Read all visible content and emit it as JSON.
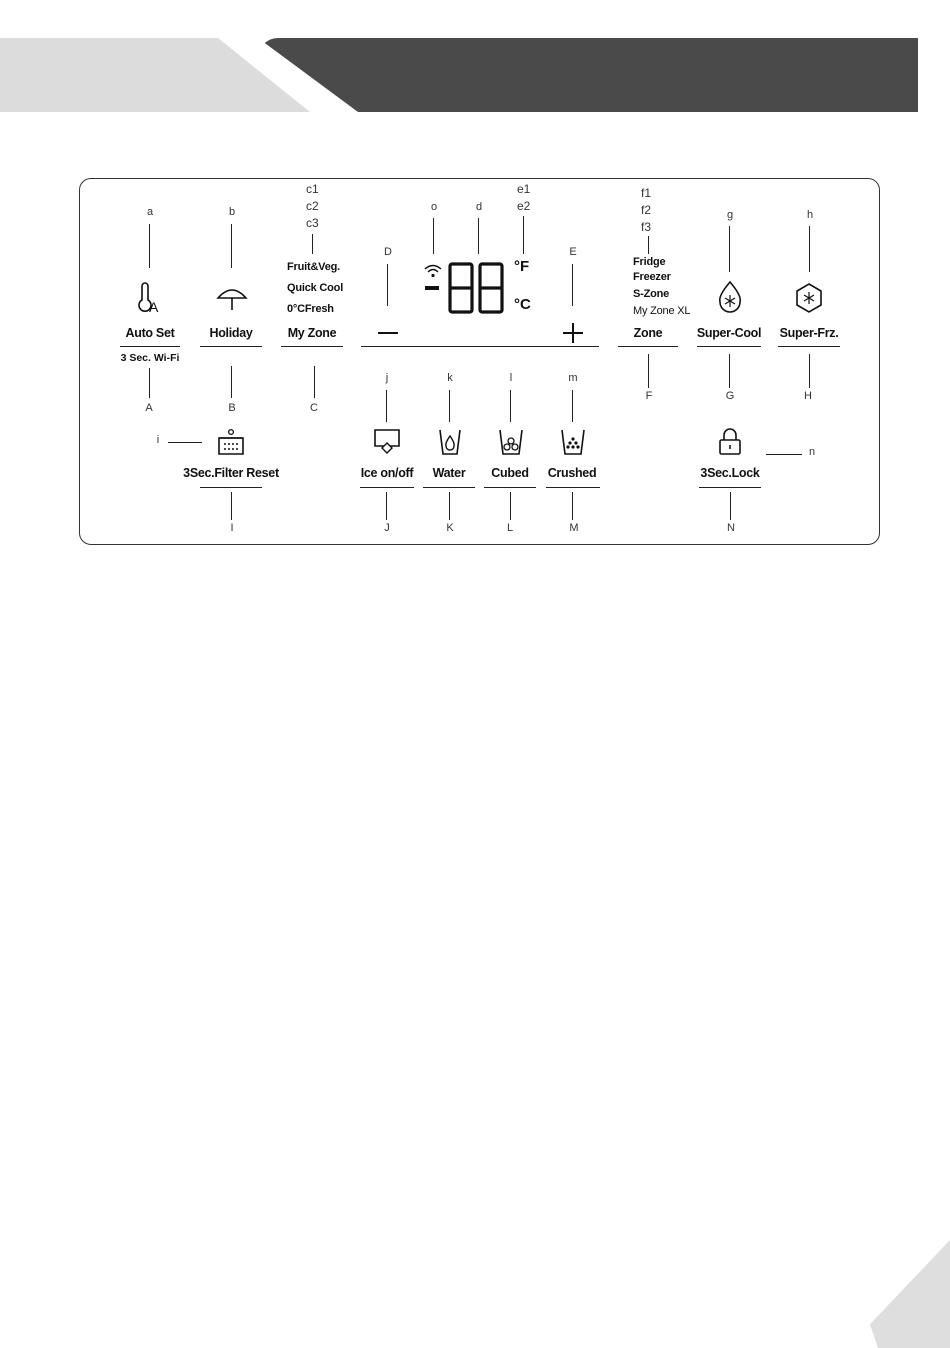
{
  "top_labels": {
    "a": "a",
    "b": "b",
    "c1": "c1",
    "c2": "c2",
    "c3": "c3",
    "o": "o",
    "d": "d",
    "e1": "e1",
    "e2": "e2",
    "D": "D",
    "E": "E",
    "f1": "f1",
    "f2": "f2",
    "f3": "f3",
    "g": "g",
    "h": "h",
    "i": "i",
    "j": "j",
    "k": "k",
    "l": "l",
    "m": "m",
    "n": "n"
  },
  "bottom_labels": {
    "A": "A",
    "B": "B",
    "C": "C",
    "F": "F",
    "G": "G",
    "H": "H",
    "I": "I",
    "J": "J",
    "K": "K",
    "L": "L",
    "M": "M",
    "N": "N"
  },
  "buttons": {
    "auto_set": "Auto Set",
    "auto_set_sub": "3 Sec. Wi-Fi",
    "holiday": "Holiday",
    "my_zone": "My Zone",
    "zone": "Zone",
    "super_cool": "Super-Cool",
    "super_frz": "Super-Frz.",
    "filter_reset": "3Sec.Filter Reset",
    "ice_onoff": "Ice on/off",
    "water": "Water",
    "cubed": "Cubed",
    "crushed": "Crushed",
    "lock": "3Sec.Lock"
  },
  "my_zone_options": [
    "Fruit&Veg.",
    "Quick Cool",
    "0°CFresh"
  ],
  "zone_options": [
    "Fridge",
    "Freezer",
    "S-Zone",
    "My Zone XL"
  ],
  "display": {
    "digits": "-88",
    "unit_f": "°F",
    "unit_c": "°C"
  },
  "colors": {
    "header_bar": "#4a4a4a",
    "tab_light": "#dcdcdc"
  }
}
